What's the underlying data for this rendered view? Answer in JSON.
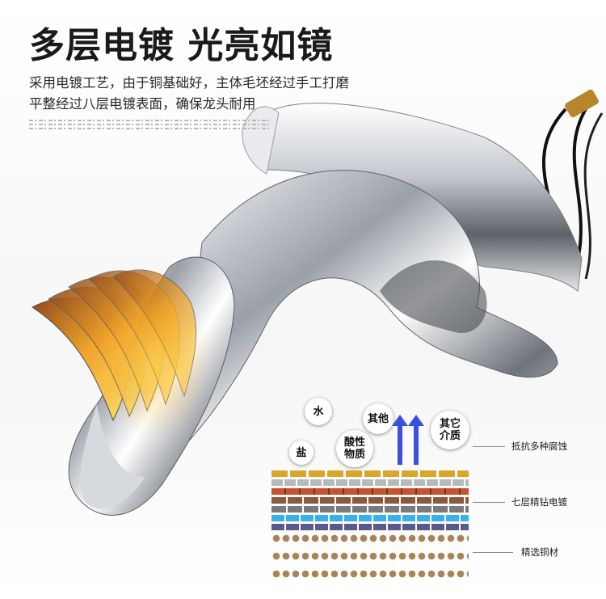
{
  "headline": "多层电镀  光亮如镜",
  "description": {
    "line1": "采用电镀工艺，由于铜基础好，主体毛坯经过手工打磨",
    "line2": "平整经过八层电镀表面，确保龙头耐用"
  },
  "bubbles": {
    "water": "水",
    "other": "其他",
    "other_medium_line1": "其它",
    "other_medium_line2": "介质",
    "salt": "盐",
    "acid_line1": "酸性",
    "acid_line2": "物质"
  },
  "labels": {
    "corrosion": "抵抗多种腐蚀",
    "plating": "七层精钻电镀",
    "copper": "精选铜材"
  },
  "colors": {
    "arrow": "#3a4fe0",
    "chrome": "#c8ccd2",
    "brass": "#b8862a",
    "copper_dot": "#a98456"
  },
  "layer_colors": [
    "#d9a62a",
    "#b9b9b9",
    "#c9532e",
    "#7a7a7a",
    "#3ab0e8",
    "#5a5a8a"
  ]
}
